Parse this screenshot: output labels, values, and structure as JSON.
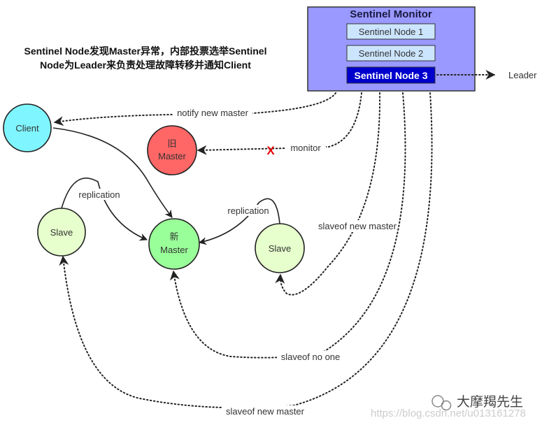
{
  "title": {
    "line1": "Sentinel Node发现Master异常，内部投票选举Sentinel",
    "line2": "Node为Leader来负责处理故障转移并通知Client"
  },
  "monitor": {
    "title": "Sentinel Monitor",
    "nodes": [
      "Sentinel Node 1",
      "Sentinel Node 2",
      "Sentinel Node 3"
    ],
    "leader_label": "Leader"
  },
  "nodes": {
    "client": "Client",
    "old_master_line1": "旧",
    "old_master_line2": "Master",
    "new_master_line1": "新",
    "new_master_line2": "Master",
    "slave_left": "Slave",
    "slave_right": "Slave"
  },
  "edges": {
    "notify": "notify new master",
    "monitor": "monitor",
    "monitor_fail_mark": "X",
    "replication_left": "replication",
    "replication_right": "replication",
    "slaveof_new_master_right": "slaveof new master",
    "slaveof_no_one": "slaveof no one",
    "slaveof_new_master_left": "slaveof new master"
  },
  "watermark": {
    "url": "https://blog.csdn.net/u013161278",
    "author": "大摩羯先生"
  },
  "colors": {
    "monitor_bg": "#9999ff",
    "node_box": "#cce5ff",
    "active_node": "#0000cc",
    "client": "#7ff6ff",
    "old_master": "#ff6666",
    "new_master": "#99ff99",
    "slave": "#e6ffcc",
    "fail_mark": "#e00000"
  }
}
